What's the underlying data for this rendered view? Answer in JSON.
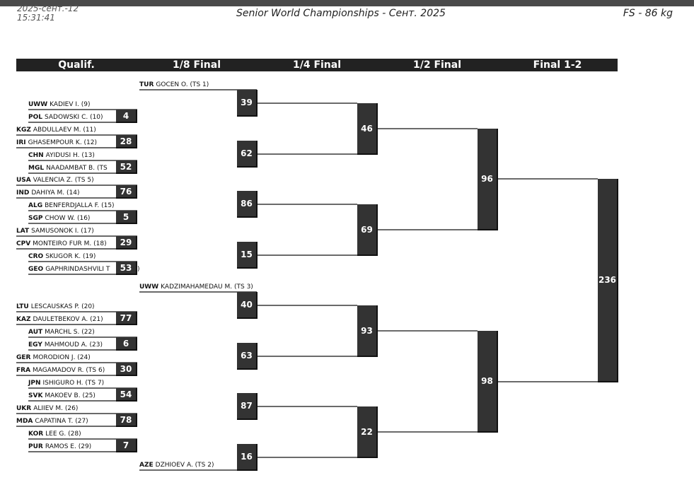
{
  "header": {
    "date": "2025-сент.-12",
    "time": "15:31:41",
    "title": "Senior World Championships - Сент. 2025",
    "category": "FS - 86 kg"
  },
  "rounds": [
    "Qualif.",
    "1/8 Final",
    "1/4 Final",
    "1/2 Final",
    "Final 1-2"
  ],
  "athletes": [
    {
      "country": "TUR",
      "name": "GOCEN O. (TS 1)"
    },
    {
      "country": "UWW",
      "name": "KADIEV I. (9)"
    },
    {
      "country": "POL",
      "name": "SADOWSKI C. (10)"
    },
    {
      "country": "KGZ",
      "name": "ABDULLAEV M. (11)"
    },
    {
      "country": "IRI",
      "name": "GHASEMPOUR K. (12)"
    },
    {
      "country": "CHN",
      "name": "AYIDUSI H. (13)"
    },
    {
      "country": "MGL",
      "name": "NAADAMBAT B. (TS"
    },
    {
      "country": "USA",
      "name": "VALENCIA Z. (TS 5)"
    },
    {
      "country": "IND",
      "name": "DAHIYA M. (14)"
    },
    {
      "country": "ALG",
      "name": "BENFERDJALLA F. (15)"
    },
    {
      "country": "SGP",
      "name": "CHOW W. (16)"
    },
    {
      "country": "LAT",
      "name": "SAMUSONOK I. (17)"
    },
    {
      "country": "CPV",
      "name": "MONTEIRO FUR M. (18)"
    },
    {
      "country": "CRO",
      "name": "SKUGOR K. (19)"
    },
    {
      "country": "GEO",
      "name": "GAPHRINDASHVILI T"
    },
    {
      "country": "UWW",
      "name": "KADZIMAHAMEDAU M. (TS 3)"
    },
    {
      "country": "LTU",
      "name": "LESCAUSKAS P. (20)"
    },
    {
      "country": "KAZ",
      "name": "DAULETBEKOV A. (21)"
    },
    {
      "country": "AUT",
      "name": "MARCHL S. (22)"
    },
    {
      "country": "EGY",
      "name": "MAHMOUD A. (23)"
    },
    {
      "country": "GER",
      "name": "MORODION J. (24)"
    },
    {
      "country": "FRA",
      "name": "MAGAMADOV R. (TS 6)"
    },
    {
      "country": "JPN",
      "name": "ISHIGURO H. (TS 7)"
    },
    {
      "country": "SVK",
      "name": "MAKOEV B. (25)"
    },
    {
      "country": "UKR",
      "name": "ALIIEV M. (26)"
    },
    {
      "country": "MDA",
      "name": "CAPATINA T. (27)"
    },
    {
      "country": "KOR",
      "name": "LEE G. (28)"
    },
    {
      "country": "PUR",
      "name": "RAMOS E. (29)"
    },
    {
      "country": "AZE",
      "name": "DZHIOEV A. (TS 2)"
    }
  ],
  "bouts": {
    "qualif": [
      "4",
      "28",
      "52",
      "76",
      "5",
      "29",
      "53",
      "77",
      "6",
      "30",
      "54",
      "78",
      "7"
    ],
    "eighth": [
      "39",
      "62",
      "86",
      "15",
      "40",
      "63",
      "87",
      "16"
    ],
    "quarter": [
      "46",
      "69",
      "93",
      "22"
    ],
    "semi": [
      "96",
      "98"
    ],
    "final": [
      "236"
    ]
  },
  "stray_text": ")"
}
